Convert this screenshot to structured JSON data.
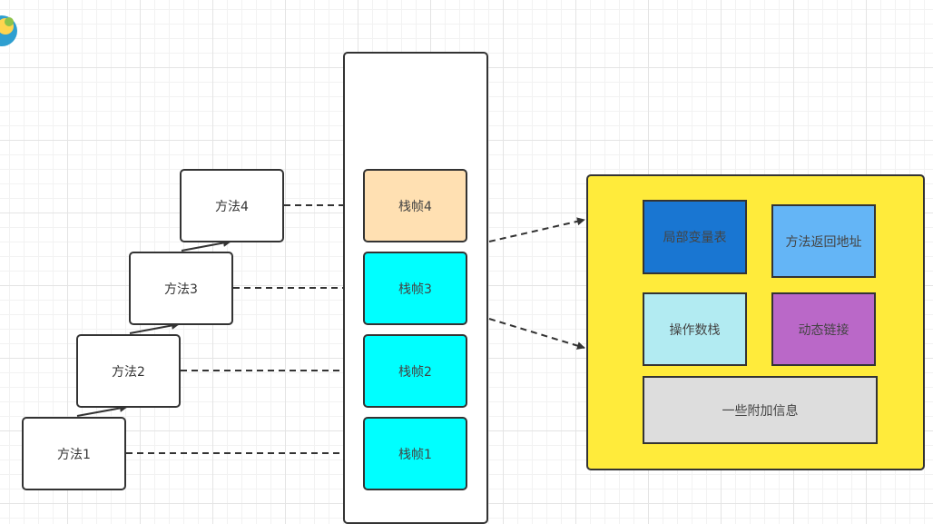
{
  "methods": [
    {
      "label": "方法1"
    },
    {
      "label": "方法2"
    },
    {
      "label": "方法3"
    },
    {
      "label": "方法4"
    }
  ],
  "frames": [
    {
      "label": "栈帧1",
      "color": "#00ffff"
    },
    {
      "label": "栈帧2",
      "color": "#00ffff"
    },
    {
      "label": "栈帧3",
      "color": "#00ffff"
    },
    {
      "label": "栈帧4",
      "color": "#ffe0b2"
    }
  ],
  "frame_detail": {
    "background": "#ffeb3b",
    "local_variable_table": {
      "label": "局部变量表",
      "color": "#1976d2"
    },
    "return_address": {
      "label": "方法返回地址",
      "color": "#64b5f6"
    },
    "operand_stack": {
      "label": "操作数栈",
      "color": "#b2ebf2"
    },
    "dynamic_linking": {
      "label": "动态链接",
      "color": "#ba68c8"
    },
    "additional_info": {
      "label": "一些附加信息",
      "color": "#dddddd"
    }
  }
}
